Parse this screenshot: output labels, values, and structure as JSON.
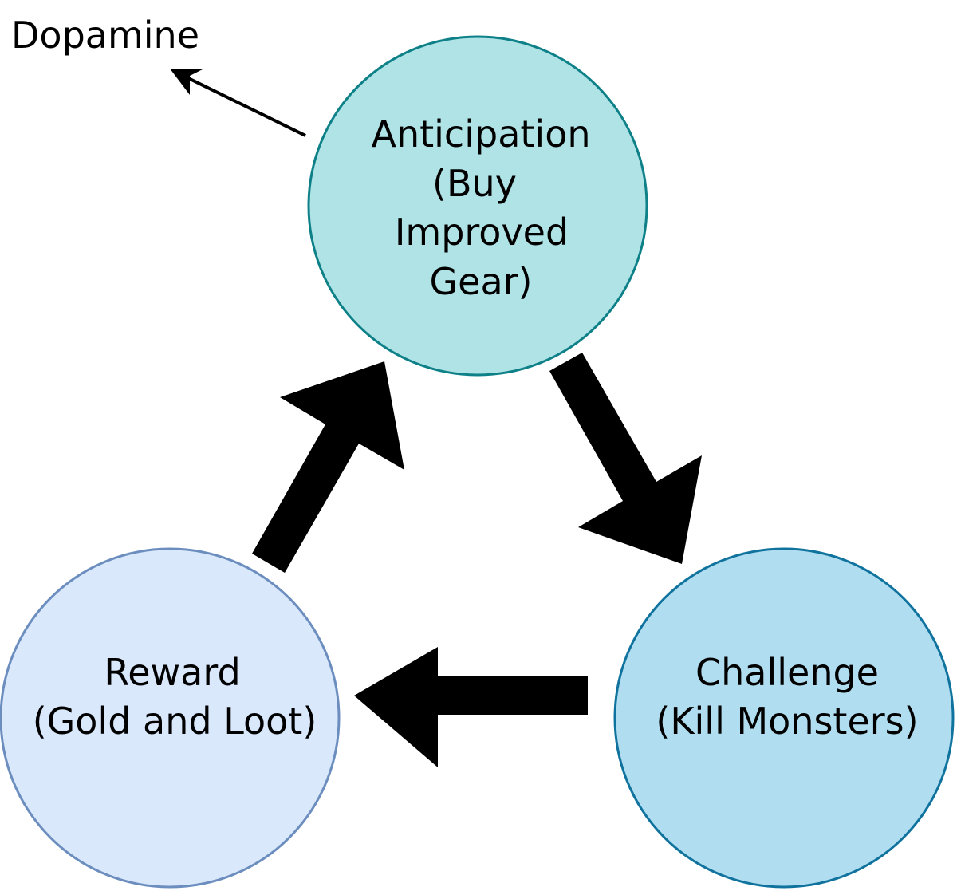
{
  "nodes": {
    "anticipation": {
      "lines": [
        "Anticipation",
        "(Buy",
        "Improved",
        "Gear)"
      ],
      "fill": "#b0e3e6",
      "stroke": "#0e8088"
    },
    "challenge": {
      "lines": [
        "Challenge",
        "(Kill Monsters)"
      ],
      "fill": "#b1ddf0",
      "stroke": "#10739e"
    },
    "reward": {
      "lines": [
        "Reward",
        "(Gold and Loot)"
      ],
      "fill": "#dae8fc",
      "stroke": "#6c8ebf"
    }
  },
  "labels": {
    "dopamine": "Dopamine"
  }
}
